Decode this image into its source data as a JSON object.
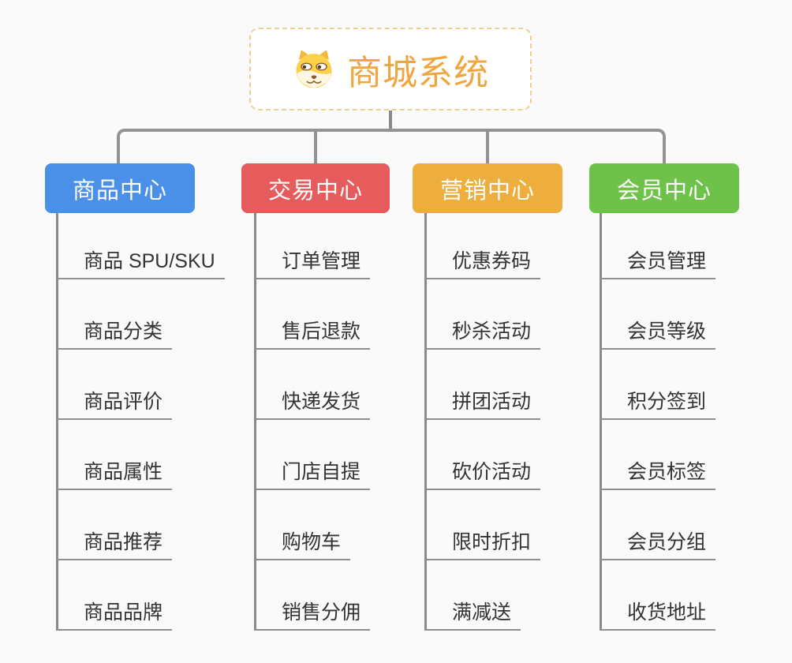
{
  "canvas": {
    "background": "#fafafa",
    "line_color": "#8a8a8a",
    "bus_color": "#939393"
  },
  "root": {
    "title": "商城系统",
    "icon": "doge-dog-icon",
    "text_color": "#f0a640",
    "border_color": "#f2cd92"
  },
  "branches": [
    {
      "label": "商品中心",
      "color": "#4a90e8",
      "children": [
        "商品 SPU/SKU",
        "商品分类",
        "商品评价",
        "商品属性",
        "商品推荐",
        "商品品牌"
      ]
    },
    {
      "label": "交易中心",
      "color": "#e65c5c",
      "children": [
        "订单管理",
        "售后退款",
        "快递发货",
        "门店自提",
        "购物车",
        "销售分佣"
      ]
    },
    {
      "label": "营销中心",
      "color": "#edae3e",
      "children": [
        "优惠券码",
        "秒杀活动",
        "拼团活动",
        "砍价活动",
        "限时折扣",
        "满减送"
      ]
    },
    {
      "label": "会员中心",
      "color": "#6ec24a",
      "children": [
        "会员管理",
        "会员等级",
        "积分签到",
        "会员标签",
        "会员分组",
        "收货地址"
      ]
    }
  ]
}
